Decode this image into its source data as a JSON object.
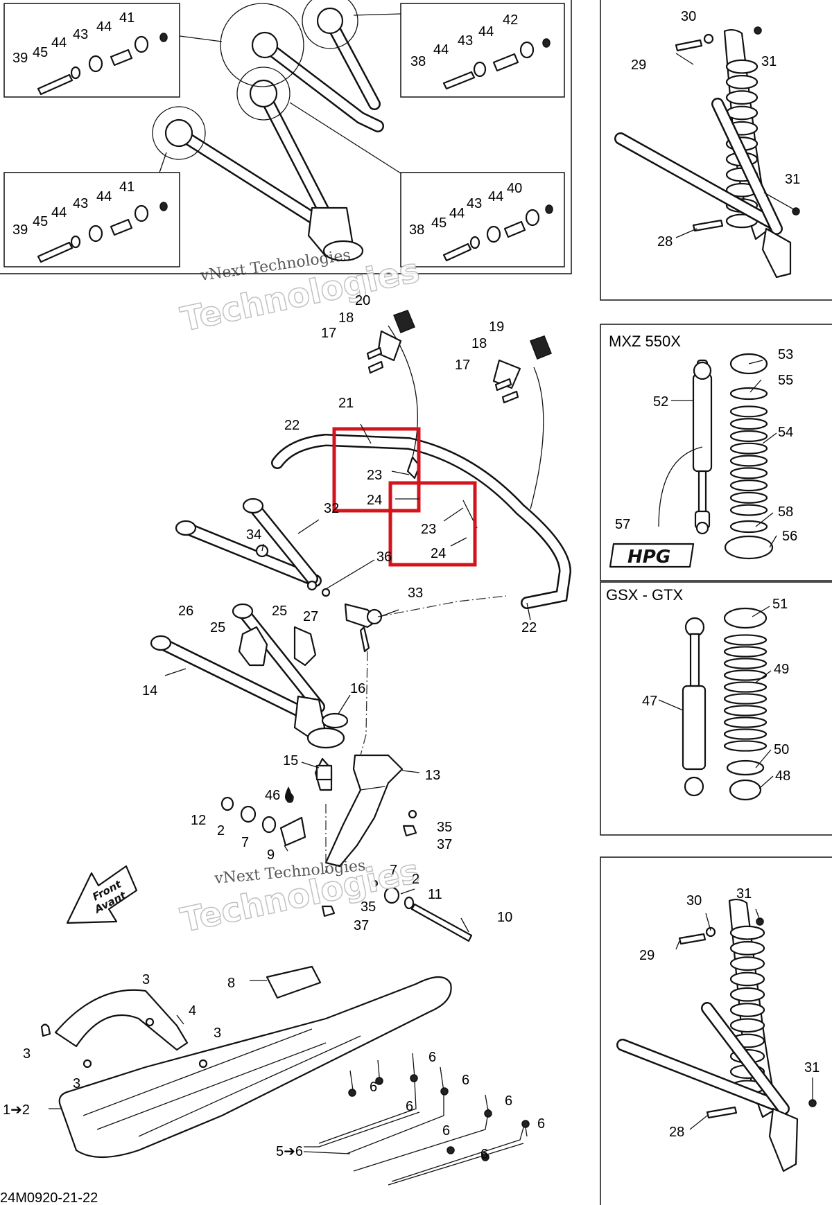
{
  "diagram_code": "24M0920-21-22",
  "watermark": {
    "small": "vNext Technologies",
    "large": "Technologies"
  },
  "panel_titles": {
    "mxz": "MXZ 550X",
    "gsx": "GSX - GTX"
  },
  "front_arrow": {
    "line1": "Front",
    "line2": "Avant"
  },
  "hpg_logo": "HPG",
  "lubricant_ref": "46",
  "callouts": [
    {
      "id": "c39a",
      "text": "39"
    },
    {
      "id": "c45a",
      "text": "45"
    },
    {
      "id": "c44a",
      "text": "44"
    },
    {
      "id": "c43a",
      "text": "43"
    },
    {
      "id": "c44b",
      "text": "44"
    },
    {
      "id": "c41a",
      "text": "41"
    },
    {
      "id": "c38a",
      "text": "38"
    },
    {
      "id": "c44c",
      "text": "44"
    },
    {
      "id": "c43b",
      "text": "43"
    },
    {
      "id": "c44d",
      "text": "44"
    },
    {
      "id": "c42a",
      "text": "42"
    },
    {
      "id": "c39b",
      "text": "39"
    },
    {
      "id": "c45b",
      "text": "45"
    },
    {
      "id": "c44e",
      "text": "44"
    },
    {
      "id": "c43c",
      "text": "43"
    },
    {
      "id": "c44f",
      "text": "44"
    },
    {
      "id": "c41b",
      "text": "41"
    },
    {
      "id": "c38b",
      "text": "38"
    },
    {
      "id": "c45c",
      "text": "45"
    },
    {
      "id": "c44g",
      "text": "44"
    },
    {
      "id": "c43d",
      "text": "43"
    },
    {
      "id": "c44h",
      "text": "44"
    },
    {
      "id": "c40a",
      "text": "40"
    },
    {
      "id": "c30a",
      "text": "30"
    },
    {
      "id": "c29a",
      "text": "29"
    },
    {
      "id": "c31a",
      "text": "31"
    },
    {
      "id": "c31b",
      "text": "31"
    },
    {
      "id": "c28a",
      "text": "28"
    },
    {
      "id": "c20",
      "text": "20"
    },
    {
      "id": "c18a",
      "text": "18"
    },
    {
      "id": "c17a",
      "text": "17"
    },
    {
      "id": "c19",
      "text": "19"
    },
    {
      "id": "c18b",
      "text": "18"
    },
    {
      "id": "c17b",
      "text": "17"
    },
    {
      "id": "c21",
      "text": "21"
    },
    {
      "id": "c22a",
      "text": "22"
    },
    {
      "id": "c23a",
      "text": "23"
    },
    {
      "id": "c24a",
      "text": "24"
    },
    {
      "id": "c23b",
      "text": "23"
    },
    {
      "id": "c24b",
      "text": "24"
    },
    {
      "id": "c32",
      "text": "32"
    },
    {
      "id": "c34",
      "text": "34"
    },
    {
      "id": "c36",
      "text": "36"
    },
    {
      "id": "c33",
      "text": "33"
    },
    {
      "id": "c22b",
      "text": "22"
    },
    {
      "id": "c26",
      "text": "26"
    },
    {
      "id": "c25a",
      "text": "25"
    },
    {
      "id": "c25b",
      "text": "25"
    },
    {
      "id": "c27",
      "text": "27"
    },
    {
      "id": "c14",
      "text": "14"
    },
    {
      "id": "c16",
      "text": "16"
    },
    {
      "id": "c15",
      "text": "15"
    },
    {
      "id": "c13",
      "text": "13"
    },
    {
      "id": "c12",
      "text": "12"
    },
    {
      "id": "c2a",
      "text": "2"
    },
    {
      "id": "c7a",
      "text": "7"
    },
    {
      "id": "c9",
      "text": "9"
    },
    {
      "id": "c35a",
      "text": "35"
    },
    {
      "id": "c37a",
      "text": "37"
    },
    {
      "id": "c7b",
      "text": "7"
    },
    {
      "id": "c2b",
      "text": "2"
    },
    {
      "id": "c11",
      "text": "11"
    },
    {
      "id": "c35b",
      "text": "35"
    },
    {
      "id": "c37b",
      "text": "37"
    },
    {
      "id": "c10",
      "text": "10"
    },
    {
      "id": "c8",
      "text": "8"
    },
    {
      "id": "c3a",
      "text": "3"
    },
    {
      "id": "c4",
      "text": "4"
    },
    {
      "id": "c3b",
      "text": "3"
    },
    {
      "id": "c3c",
      "text": "3"
    },
    {
      "id": "c3d",
      "text": "3"
    },
    {
      "id": "c1to2",
      "text": "1➔2"
    },
    {
      "id": "c5to6",
      "text": "5➔6"
    },
    {
      "id": "c6a",
      "text": "6"
    },
    {
      "id": "c6b",
      "text": "6"
    },
    {
      "id": "c6c",
      "text": "6"
    },
    {
      "id": "c6d",
      "text": "6"
    },
    {
      "id": "c6e",
      "text": "6"
    },
    {
      "id": "c6f",
      "text": "6"
    },
    {
      "id": "c6g",
      "text": "6"
    },
    {
      "id": "c6h",
      "text": "6"
    },
    {
      "id": "c53",
      "text": "53"
    },
    {
      "id": "c55",
      "text": "55"
    },
    {
      "id": "c52",
      "text": "52"
    },
    {
      "id": "c54",
      "text": "54"
    },
    {
      "id": "c57",
      "text": "57"
    },
    {
      "id": "c58",
      "text": "58"
    },
    {
      "id": "c56",
      "text": "56"
    },
    {
      "id": "c51",
      "text": "51"
    },
    {
      "id": "c49",
      "text": "49"
    },
    {
      "id": "c47",
      "text": "47"
    },
    {
      "id": "c50",
      "text": "50"
    },
    {
      "id": "c48",
      "text": "48"
    },
    {
      "id": "c30b",
      "text": "30"
    },
    {
      "id": "c31c",
      "text": "31"
    },
    {
      "id": "c29b",
      "text": "29"
    },
    {
      "id": "c31d",
      "text": "31"
    },
    {
      "id": "c28b",
      "text": "28"
    }
  ]
}
